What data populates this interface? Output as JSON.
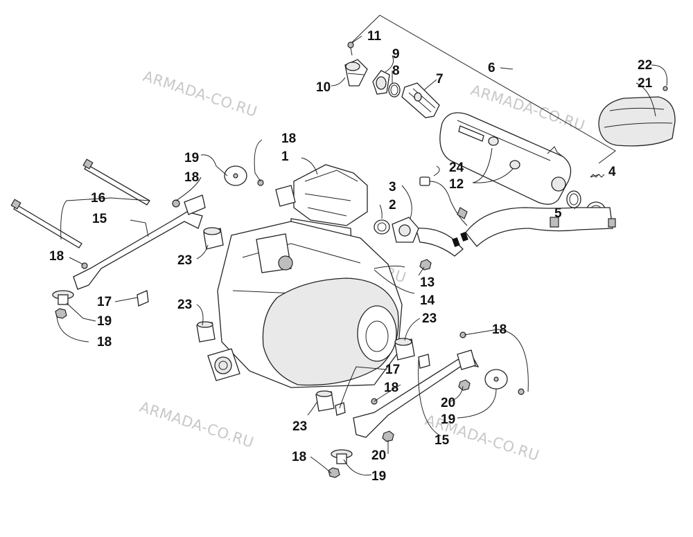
{
  "watermark": "ARMADA-CO.RU",
  "callouts": [
    "1",
    "2",
    "3",
    "4",
    "5",
    "6",
    "7",
    "8",
    "9",
    "10",
    "11",
    "12",
    "13",
    "14",
    "15",
    "16",
    "17",
    "18",
    "19",
    "20",
    "21",
    "22",
    "23",
    "24"
  ],
  "colors": {
    "ink": "#111111",
    "line": "#222222",
    "watermark": "#c8c8c8",
    "background": "#ffffff"
  }
}
